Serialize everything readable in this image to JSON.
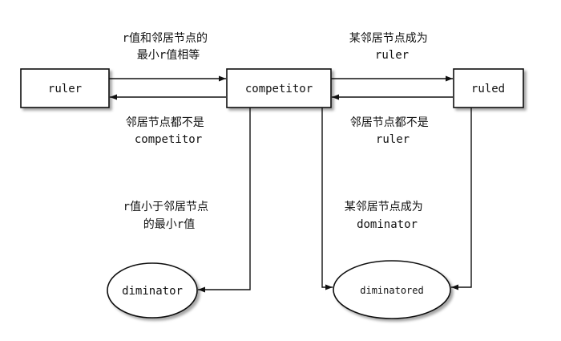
{
  "nodes": {
    "ruler": "ruler",
    "competitor": "competitor",
    "ruled": "ruled",
    "diminator": "diminator",
    "diminatored": "diminatored"
  },
  "labels": {
    "ruler_to_competitor": [
      "r值和邻居节点的",
      "最小r值相等"
    ],
    "competitor_to_ruled": [
      "某邻居节点成为",
      "ruler"
    ],
    "competitor_to_ruler": [
      "邻居节点都不是",
      "competitor"
    ],
    "ruled_to_competitor": [
      "邻居节点都不是",
      "ruler"
    ],
    "competitor_to_diminator": [
      "r值小于邻居节点",
      "的最小r值"
    ],
    "competitor_to_diminatored": [
      "某邻居节点成为",
      "dominator"
    ]
  },
  "colors": {
    "stroke": "#111111",
    "background": "#ffffff"
  }
}
